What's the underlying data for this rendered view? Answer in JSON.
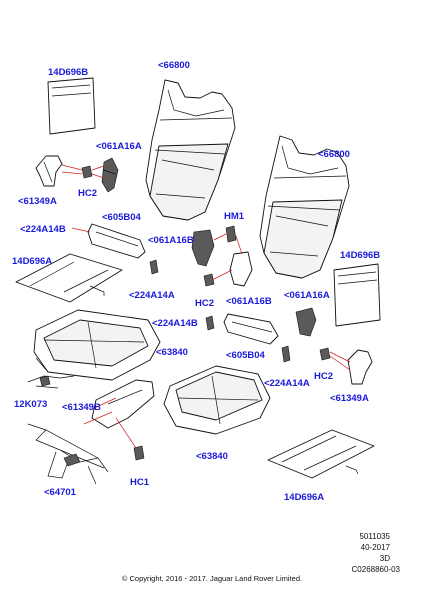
{
  "diagram": {
    "callouts": [
      {
        "id": "14d696b-top",
        "text": "14D696B"
      },
      {
        "id": "66800-left",
        "text": "<66800"
      },
      {
        "id": "061a16a-left",
        "text": "<061A16A"
      },
      {
        "id": "hc2-left",
        "text": "HC2"
      },
      {
        "id": "61349a-left",
        "text": "<61349A"
      },
      {
        "id": "66800-right",
        "text": "<66800"
      },
      {
        "id": "605b04-left",
        "text": "<605B04"
      },
      {
        "id": "224a14b-left",
        "text": "<224A14B"
      },
      {
        "id": "hm1",
        "text": "HM1"
      },
      {
        "id": "061a16b-left",
        "text": "<061A16B"
      },
      {
        "id": "14d696a-left",
        "text": "14D696A"
      },
      {
        "id": "14d696b-right",
        "text": "14D696B"
      },
      {
        "id": "224a14a-left",
        "text": "<224A14A"
      },
      {
        "id": "hc2-mid",
        "text": "HC2"
      },
      {
        "id": "061a16b-right",
        "text": "<061A16B"
      },
      {
        "id": "061a16a-right",
        "text": "<061A16A"
      },
      {
        "id": "224a14b-right",
        "text": "<224A14B"
      },
      {
        "id": "605b04-right",
        "text": "<605B04"
      },
      {
        "id": "63840-left",
        "text": "<63840"
      },
      {
        "id": "hc2-right",
        "text": "HC2"
      },
      {
        "id": "224a14a-right",
        "text": "<224A14A"
      },
      {
        "id": "12k073",
        "text": "12K073"
      },
      {
        "id": "61349b",
        "text": "<61349B"
      },
      {
        "id": "61349a-right",
        "text": "<61349A"
      },
      {
        "id": "63840-right",
        "text": "<63840"
      },
      {
        "id": "hc1",
        "text": "HC1"
      },
      {
        "id": "64701",
        "text": "<64701"
      },
      {
        "id": "14d696a-right",
        "text": "14D696A"
      }
    ]
  },
  "footer": {
    "ref_number": "5011035",
    "date_code": "40-2017",
    "view_type": "3D",
    "drawing_id": "C0268860-03",
    "copyright": "© Copyright, 2016 - 2017. Jaguar Land Rover Limited."
  },
  "colors": {
    "label": "#1a1adb",
    "leader": "#d41e1e",
    "outline": "#111111"
  }
}
